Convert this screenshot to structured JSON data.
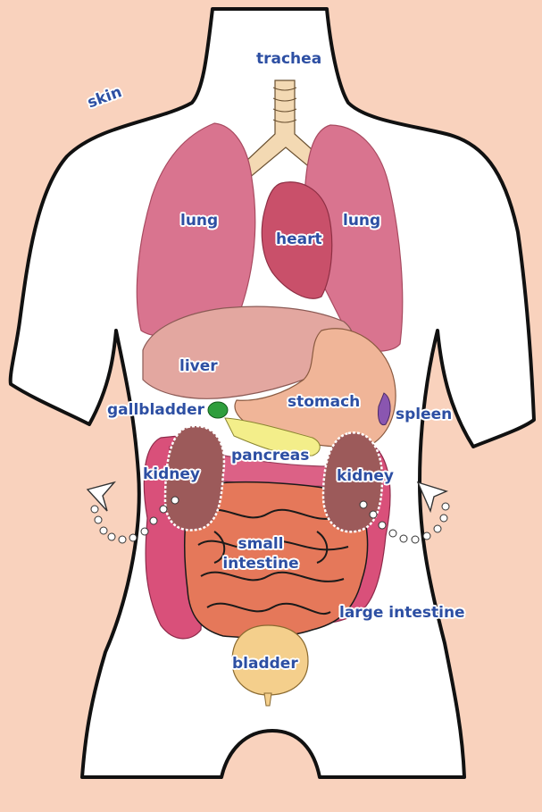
{
  "title": "",
  "labels": {
    "trachea": "trachea",
    "skin": "skin",
    "lung_left": "lung",
    "lung_right": "lung",
    "heart": "heart",
    "liver": "liver",
    "gallbladder": "gallbladder",
    "stomach": "stomach",
    "spleen": "spleen",
    "pancreas": "pancreas",
    "kidney_left": "kidney",
    "kidney_right": "kidney",
    "small_intestine_line1": "small",
    "small_intestine_line2": "intestine",
    "large_intestine": "large intestine",
    "bladder": "bladder"
  },
  "colors": {
    "background": "#f9d2bd",
    "body": "#ffffff",
    "outline": "#111111",
    "label_text": "#2d4fa3",
    "lung": "#d9748f",
    "heart": "#c9506a",
    "liver": "#e3a7a0",
    "stomach": "#f0b598",
    "gallbladder": "#2e9e3c",
    "spleen": "#8a56b0",
    "pancreas": "#f3ee8a",
    "kidney": "#9c5a5a",
    "small_intestine": "#e5785a",
    "large_intestine": "#d9507a",
    "bladder": "#f4cf8c",
    "trachea": "#f3d9b3"
  }
}
